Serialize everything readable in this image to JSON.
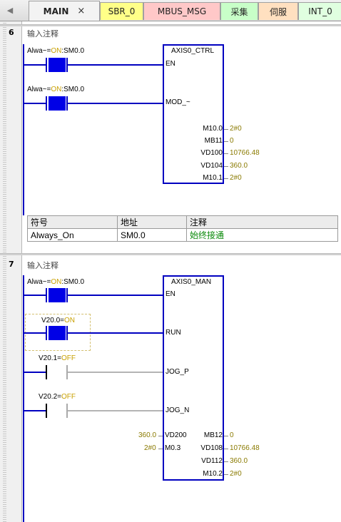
{
  "tabs": [
    {
      "label": "MAIN",
      "active": true,
      "close": "×"
    },
    {
      "label": "SBR_0"
    },
    {
      "label": "MBUS_MSG"
    },
    {
      "label": "采集"
    },
    {
      "label": "伺服"
    },
    {
      "label": "INT_0"
    }
  ],
  "scroll_left_glyph": "◀",
  "colors": {
    "wire": "#0000c0",
    "energized": "#0000e6",
    "value": "#8a7a00",
    "on_off": "#c8a000",
    "comment_green": "#0a8a0a"
  },
  "networks": [
    {
      "number": "6",
      "comment": "输入注释",
      "contacts": [
        {
          "address": "Alwa~=",
          "state": "ON",
          "suffix": ":SM0.0"
        },
        {
          "address": "Alwa~=",
          "state": "ON",
          "suffix": ":SM0.0"
        }
      ],
      "block": {
        "title": "AXIS0_CTRL",
        "inputs": [
          "EN",
          "MOD_~"
        ],
        "outputs": [
          {
            "name": "M10.0",
            "value": "2#0"
          },
          {
            "name": "MB11",
            "value": "0"
          },
          {
            "name": "VD100",
            "value": "10766.48"
          },
          {
            "name": "VD104",
            "value": "360.0"
          },
          {
            "name": "M10.1",
            "value": "2#0"
          }
        ]
      },
      "symbol_table": {
        "headers": [
          "符号",
          "地址",
          "注释"
        ],
        "rows": [
          [
            "Always_On",
            "SM0.0",
            "始终接通"
          ]
        ]
      }
    },
    {
      "number": "7",
      "comment": "输入注释",
      "contacts": [
        {
          "address": "Alwa~=",
          "state": "ON",
          "suffix": ":SM0.0"
        },
        {
          "address": "V20.0=",
          "state": "ON",
          "suffix": ""
        },
        {
          "address": "V20.1=",
          "state": "OFF",
          "suffix": ""
        },
        {
          "address": "V20.2=",
          "state": "OFF",
          "suffix": ""
        }
      ],
      "block": {
        "title": "AXIS0_MAN",
        "inputs": [
          "EN",
          "RUN",
          "JOG_P",
          "JOG_N"
        ],
        "left_params": [
          {
            "name": "VD200",
            "value": "360.0"
          },
          {
            "name": "M0.3",
            "value": "2#0"
          }
        ],
        "outputs": [
          {
            "name": "MB12",
            "value": "0"
          },
          {
            "name": "VD108",
            "value": "10766.48"
          },
          {
            "name": "VD112",
            "value": "360.0"
          },
          {
            "name": "M10.2",
            "value": "2#0"
          }
        ]
      }
    }
  ]
}
